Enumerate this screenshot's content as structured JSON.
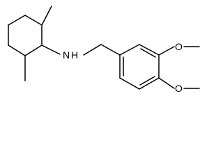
{
  "structure": {
    "atoms": {
      "amine_nitrogen": "N",
      "amine_hydrogen": "H",
      "methoxy_oxygen_top": "O",
      "methoxy_oxygen_bottom": "O"
    },
    "line_color": "#000000"
  }
}
